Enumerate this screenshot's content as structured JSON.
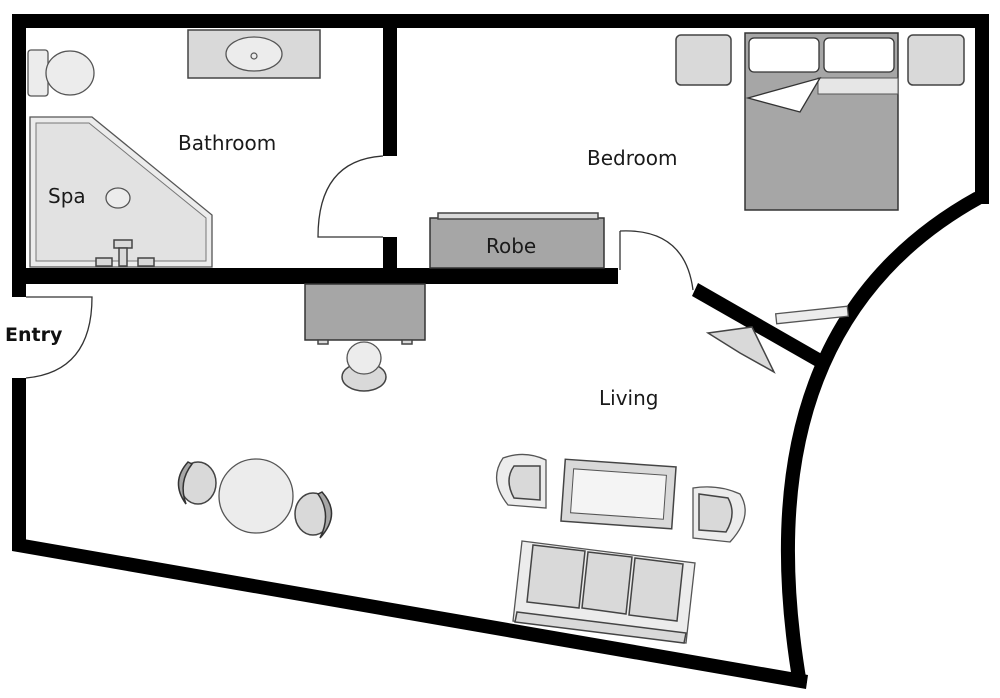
{
  "plan": {
    "rooms": {
      "bathroom": "Bathroom",
      "spa": "Spa",
      "bedroom": "Bedroom",
      "robe": "Robe",
      "living": "Living",
      "entry": "Entry"
    },
    "colors": {
      "wall": "#000000",
      "furniture": "#d9d9d9",
      "furniture_dark": "#a6a6a6",
      "floor": "#ffffff"
    }
  }
}
